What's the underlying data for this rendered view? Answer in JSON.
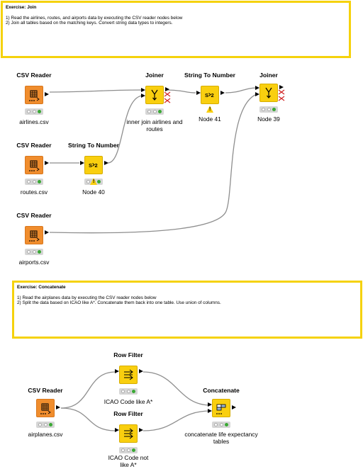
{
  "annotations": [
    {
      "id": "join",
      "title": "Exercise: Join",
      "lines": [
        "1) Read the airlines, routes, and airports data by executing the CSV reader nodes below",
        "2) Join all tables based on the matching keys. Convert string data types to integers."
      ]
    },
    {
      "id": "concatenate",
      "title": "Exercise: Concatenate",
      "lines": [
        "1) Read the airplanes data by executing the CSV reader nodes below",
        "2) Split the data based on ICAO like A*. Concatenate them back into one table. Use union of columns."
      ]
    }
  ],
  "nodes": [
    {
      "id": "csv_airlines",
      "type": "CSV Reader",
      "label": "airlines.csv",
      "color": "orange",
      "icon": "csv-reader-icon",
      "warning": false
    },
    {
      "id": "csv_routes",
      "type": "CSV Reader",
      "label": "routes.csv",
      "color": "orange",
      "icon": "csv-reader-icon",
      "warning": false
    },
    {
      "id": "csv_airports",
      "type": "CSV Reader",
      "label": "airports.csv",
      "color": "orange",
      "icon": "csv-reader-icon",
      "warning": false
    },
    {
      "id": "stn_40",
      "type": "String To Number",
      "label": "Node 40",
      "color": "yellow",
      "icon": "string-to-number-icon",
      "warning": true
    },
    {
      "id": "joiner_1",
      "type": "Joiner",
      "label": "inner join airlines and routes",
      "color": "yellow",
      "icon": "joiner-icon",
      "warning": false
    },
    {
      "id": "stn_41",
      "type": "String To Number",
      "label": "Node 41",
      "color": "yellow",
      "icon": "string-to-number-icon",
      "warning": true
    },
    {
      "id": "joiner_39",
      "type": "Joiner",
      "label": "Node 39",
      "color": "yellow",
      "icon": "joiner-icon",
      "warning": false
    },
    {
      "id": "csv_airplanes",
      "type": "CSV Reader",
      "label": "airplanes.csv",
      "color": "orange",
      "icon": "csv-reader-icon",
      "warning": false
    },
    {
      "id": "rowfilter_1",
      "type": "Row Filter",
      "label": "ICAO Code like A*",
      "color": "yellow",
      "icon": "row-filter-icon",
      "warning": false
    },
    {
      "id": "rowfilter_2",
      "type": "Row Filter",
      "label": "ICAO Code not like A*",
      "color": "yellow",
      "icon": "row-filter-icon",
      "warning": false
    },
    {
      "id": "concatenate_1",
      "type": "Concatenate",
      "label": "concatenate life expectancy tables",
      "color": "yellow",
      "icon": "concatenate-icon",
      "warning": false
    }
  ],
  "colors": {
    "annotation_border": "#f5d20c",
    "reader_orange": "#f08d2d",
    "manipulator_yellow": "#f9cf0f",
    "status_green": "#3aa935",
    "wire_gray": "#8e8e8e",
    "inactive_port_red": "#d22a2a"
  }
}
